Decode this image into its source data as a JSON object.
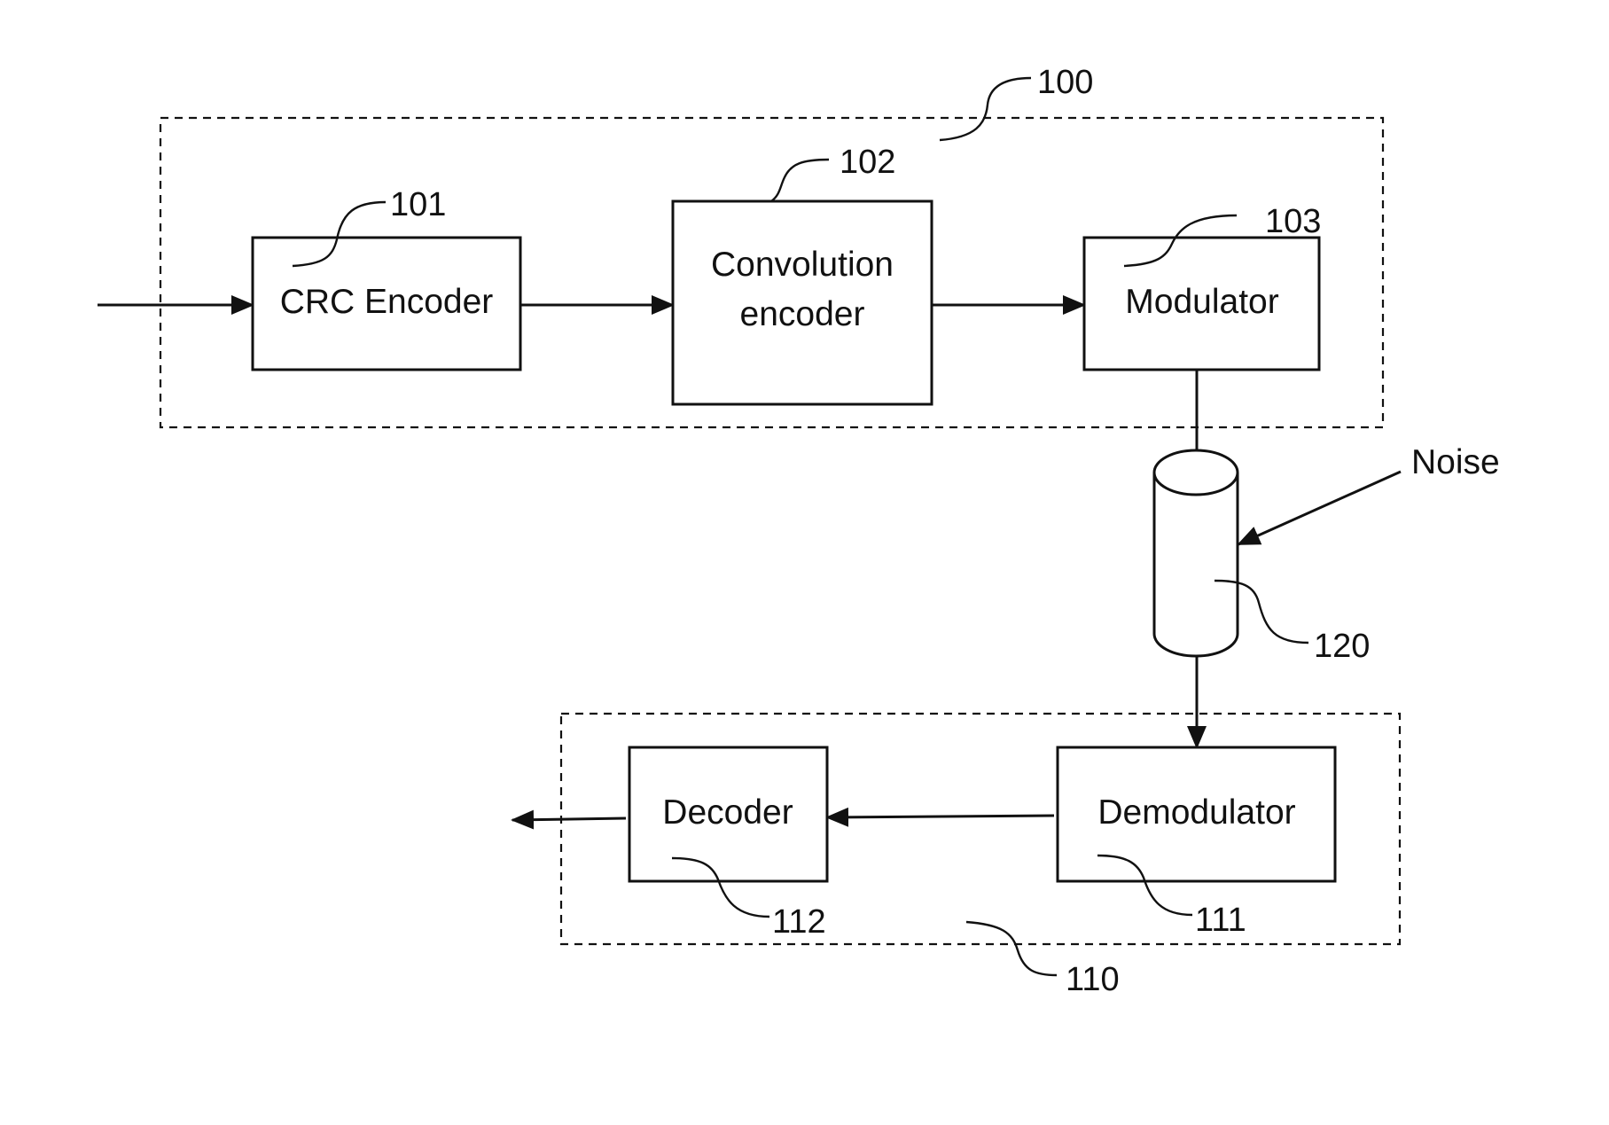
{
  "blocks": {
    "crc_encoder": "CRC Encoder",
    "convolution_encoder_line1": "Convolution",
    "convolution_encoder_line2": "encoder",
    "modulator": "Modulator",
    "demodulator": "Demodulator",
    "decoder": "Decoder"
  },
  "labels": {
    "noise": "Noise"
  },
  "refs": {
    "transmitter": "100",
    "crc_encoder": "101",
    "convolution_encoder": "102",
    "modulator": "103",
    "receiver": "110",
    "demodulator": "111",
    "decoder": "112",
    "channel": "120"
  }
}
